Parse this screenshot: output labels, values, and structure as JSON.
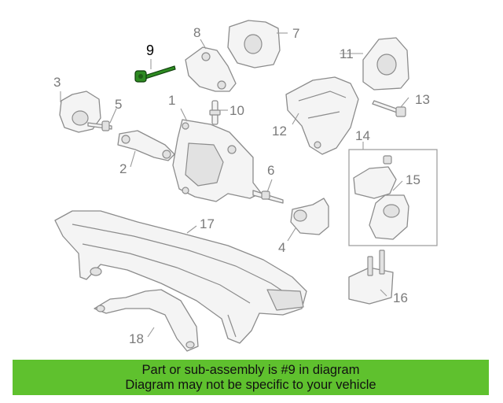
{
  "diagram": {
    "callouts": {
      "c1": "1",
      "c2": "2",
      "c3": "3",
      "c4": "4",
      "c5": "5",
      "c6": "6",
      "c7": "7",
      "c8": "8",
      "c9": "9",
      "c10": "10",
      "c11": "11",
      "c12": "12",
      "c13": "13",
      "c14": "14",
      "c15": "15",
      "c16": "16",
      "c17": "17",
      "c18": "18"
    },
    "highlight_part": "9",
    "highlight_color": "#2e8b22",
    "line_color": "#8c8c8c"
  },
  "banner": {
    "line1": "Part or sub-assembly is #9 in diagram",
    "line2": "Diagram may not be specific to your vehicle",
    "color": "#5fc12e"
  }
}
